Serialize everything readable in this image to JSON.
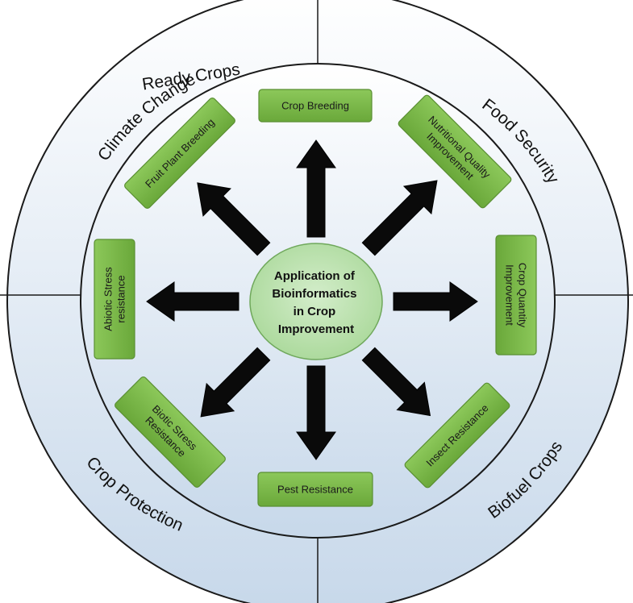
{
  "center_label": [
    "Application of",
    "Bioinformatics",
    "in Crop",
    "Improvement"
  ],
  "quadrants": {
    "top_left": [
      "Climate Change",
      "Ready Crops"
    ],
    "top_right": "Food Security",
    "bottom_left": "Crop Protection",
    "bottom_right": "Biofuel Crops"
  },
  "boxes": {
    "crop_breeding": [
      "Crop Breeding"
    ],
    "nutritional_quality": [
      "Nutritional Quality",
      "Improvement"
    ],
    "crop_quantity": [
      "Crop Quantity",
      "Improvement"
    ],
    "insect_resistance": [
      "Insect Resistance"
    ],
    "pest_resistance": [
      "Pest Resistance"
    ],
    "biotic_stress": [
      "Biotic Stress",
      "Resistance"
    ],
    "abiotic_stress": [
      "Abiotic Stress",
      "resistance"
    ],
    "fruit_plant_breeding": [
      "Fruit Plant Breeding"
    ]
  },
  "colors": {
    "box_fill": "#7ab648",
    "box_stroke": "#5a8f33",
    "center_fill": "#bfe3b4",
    "arrow": "#0a0a0a",
    "ring_light": "#ffffff",
    "ring_dark": "#c9d9ea"
  }
}
